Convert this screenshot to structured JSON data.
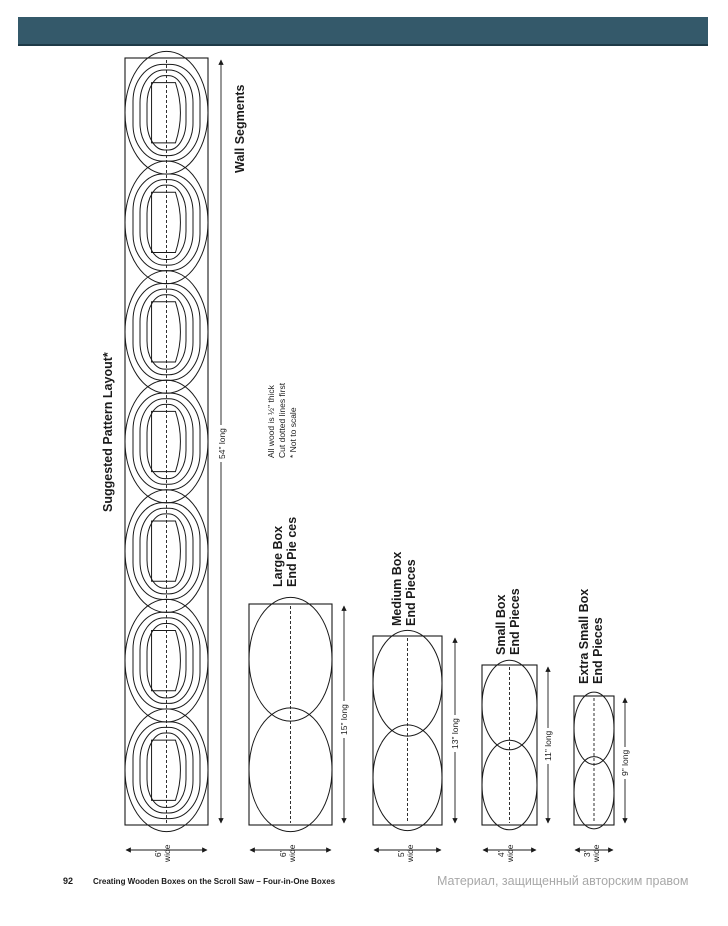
{
  "page": {
    "section_title": "Suggested Pattern Layout*",
    "notes": [
      "All wood is ½\" thick",
      "Cut dotted lines first",
      "* Not to scale"
    ],
    "page_number": "92",
    "book_title": "Creating Wooden Boxes on the Scroll Saw – Four-in-One Boxes",
    "watermark": "Материал, защищенный авторским правом"
  },
  "pieces": [
    {
      "id": "wall",
      "label": [
        "Wall Segments"
      ],
      "length": "54\" long",
      "width": [
        "6\"",
        "wide"
      ],
      "ellipses": 7
    },
    {
      "id": "large",
      "label": [
        "Large Box",
        "End Pie ces"
      ],
      "length": "15\" long",
      "width": [
        "6\"",
        "wide"
      ],
      "ellipses": 2
    },
    {
      "id": "medium",
      "label": [
        "Medium Box",
        "End Pieces"
      ],
      "length": "13\" long",
      "width": [
        "5\"",
        "wide"
      ],
      "ellipses": 2
    },
    {
      "id": "small",
      "label": [
        "Small Box",
        "End Pieces"
      ],
      "length": "11\" long",
      "width": [
        "4\"",
        "wide"
      ],
      "ellipses": 2
    },
    {
      "id": "xsmall",
      "label": [
        "Extra Small Box",
        "End Pieces"
      ],
      "length": "9\" long",
      "width": [
        "3\"",
        "wide"
      ],
      "ellipses": 2
    }
  ]
}
